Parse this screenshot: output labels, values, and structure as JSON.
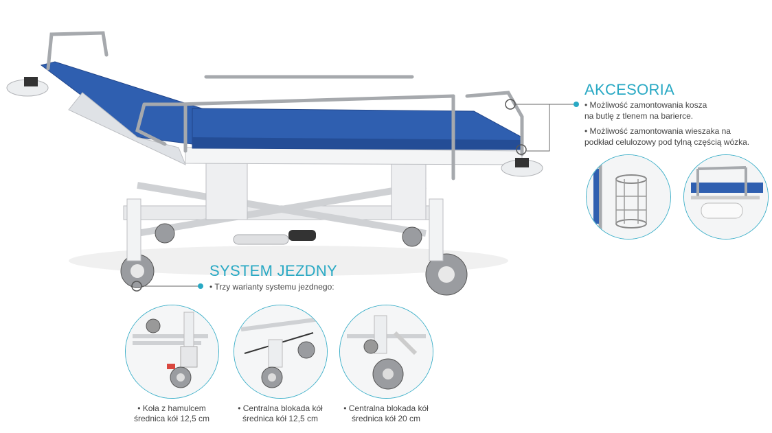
{
  "accent_color": "#29a9c4",
  "accessories": {
    "title": "AKCESORIA",
    "items": [
      "• Możliwość zamontowania kosza",
      "na butlę z tlenem na barierce.",
      "• Możliwość zamontowania wieszaka na",
      "podkład celulozowy pod tylną częścią wózka."
    ]
  },
  "drive_system": {
    "title": "SYSTEM JEZDNY",
    "intro": "• Trzy warianty systemu jezdnego:",
    "variants": [
      {
        "line1": "• Koła z hamulcem",
        "line2": "średnica kół 12,5 cm"
      },
      {
        "line1": "• Centralna blokada kół",
        "line2": "średnica kół 12,5 cm"
      },
      {
        "line1": "• Centralna blokada kół",
        "line2": "średnica kół 20 cm"
      }
    ]
  }
}
